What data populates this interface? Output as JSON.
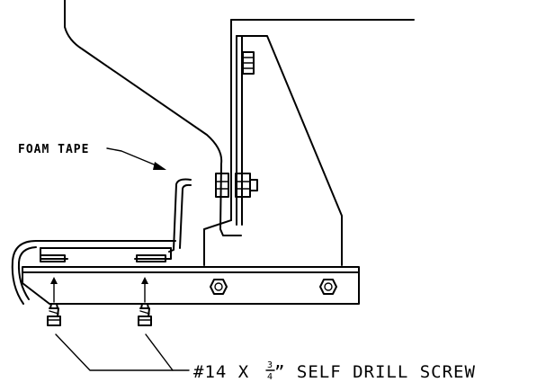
{
  "labels": {
    "foam_tape": "FOAM TAPE",
    "screw_prefix": "#14 X",
    "screw_numerator": "3",
    "screw_denominator": "4",
    "screw_suffix": "” SELF DRILL SCREW"
  }
}
